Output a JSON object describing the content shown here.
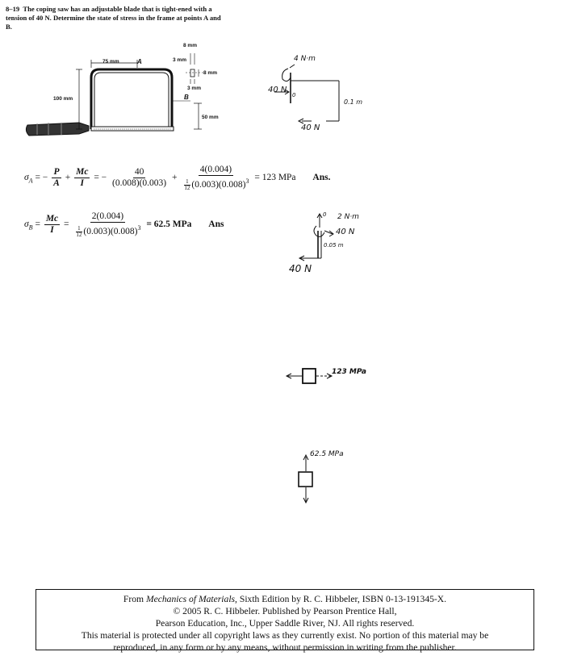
{
  "problem": {
    "number": "8–19",
    "text": "The coping saw has an adjustable blade that is tight-ened with a tension of 40 N. Determine the state of stress in the frame at points A and B."
  },
  "figure": {
    "dims": {
      "d75": "75 mm",
      "A": "A",
      "d3a": "3 mm",
      "d8a": "8 mm",
      "d8b": "8 mm",
      "d3b": "3 mm",
      "B": "B",
      "d100": "100 mm",
      "d50": "50 mm"
    }
  },
  "sketch1": {
    "moment": "4 N·m",
    "force_top": "40 N",
    "point": "0",
    "dist": "0.1 m",
    "force_bottom": "40 N"
  },
  "sketch2": {
    "point": "0",
    "moment": "2 N·m",
    "force_top": "40 N",
    "dist": "0.05 m",
    "force_bottom": "40 N"
  },
  "sketch3": {
    "label": "123 MPa"
  },
  "sketch4": {
    "label": "62.5 MPa"
  },
  "equation_A": {
    "lhs": "σ",
    "lhs_sub": "A",
    "t1_num": "P",
    "t1_den": "A",
    "t2_num": "Mc",
    "t2_den": "I",
    "f1_num": "40",
    "f1_den": "(0.008)(0.003)",
    "f2_num": "4(0.004)",
    "f2_den_coef": "1",
    "f2_den_coef2": "12",
    "f2_den": "(0.003)(0.008)",
    "exp": "3",
    "result": "= 123 MPa",
    "ans": "Ans."
  },
  "equation_B": {
    "lhs": "σ",
    "lhs_sub": "B",
    "t_num": "Mc",
    "t_den": "I",
    "f_num": "2(0.004)",
    "f_den_coef": "1",
    "f_den_coef2": "12",
    "f_den": "(0.003)(0.008)",
    "exp": "3",
    "result": "= 62.5 MPa",
    "ans": "Ans"
  },
  "footer": {
    "line1_prefix": "From ",
    "line1_title": "Mechanics of Materials,",
    "line1_rest": " Sixth Edition by R. C. Hibbeler, ISBN 0-13-191345-X.",
    "line2": "© 2005 R. C. Hibbeler. Published by Pearson Prentice Hall,",
    "line3": "Pearson Education, Inc., Upper Saddle River, NJ.  All rights reserved.",
    "line4": "This material is protected under all copyright laws as they currently exist. No portion of this material may be",
    "line5": "reproduced, in any form or by any means, without permission in writing from the publisher."
  }
}
